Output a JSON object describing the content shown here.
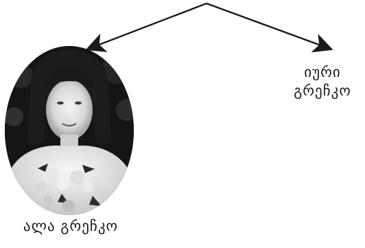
{
  "persons": [
    {
      "name": "ალა გრეჩკო",
      "has_photo": true
    },
    {
      "name_lines": [
        "იური",
        "გრეჩკო"
      ],
      "has_photo": false
    }
  ],
  "colors": {
    "line": "#1a1a1a",
    "photo_bg": "#111111",
    "text": "#1a1a1a"
  }
}
